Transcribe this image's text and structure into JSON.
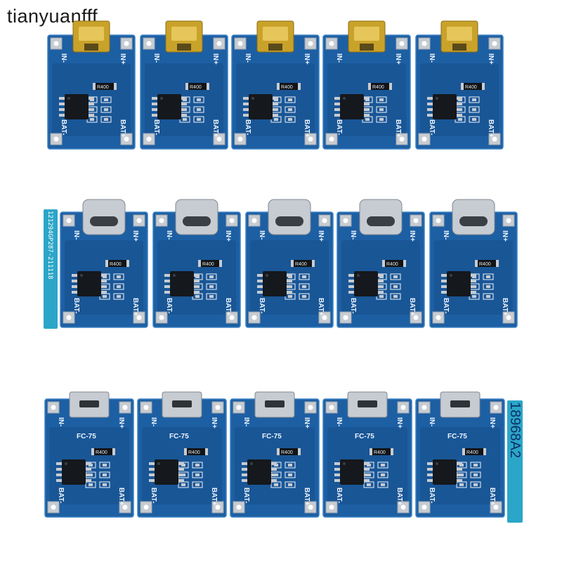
{
  "watermark": "tianyuanfff",
  "rows": [
    {
      "connector": "mini-usb",
      "boards": [
        {
          "labels": {
            "in_minus": "IN-",
            "in_plus": "IN+",
            "bat_minus": "BAT-",
            "bat_plus": "BAT+",
            "resistor": "R400"
          }
        },
        {
          "labels": {
            "in_minus": "IN-",
            "in_plus": "IN+",
            "bat_minus": "BAT-",
            "bat_plus": "BAT+",
            "resistor": "R400"
          }
        },
        {
          "labels": {
            "in_minus": "IN-",
            "in_plus": "IN+",
            "bat_minus": "BAT-",
            "bat_plus": "BAT+",
            "resistor": "R400"
          }
        },
        {
          "labels": {
            "in_minus": "IN-",
            "in_plus": "IN+",
            "bat_minus": "BAT-",
            "bat_plus": "BAT+",
            "resistor": "R400"
          }
        },
        {
          "labels": {
            "in_minus": "IN-",
            "in_plus": "IN+",
            "bat_minus": "BAT-",
            "bat_plus": "BAT+",
            "resistor": "R400"
          }
        }
      ]
    },
    {
      "connector": "usb-c",
      "strip_text": "121294GP287-211118",
      "boards": [
        {
          "labels": {
            "in_minus": "IN-",
            "in_plus": "IN+",
            "bat_minus": "BAT-",
            "bat_plus": "BAT+",
            "resistor": "R400"
          }
        },
        {
          "labels": {
            "in_minus": "IN-",
            "in_plus": "IN+",
            "bat_minus": "BAT-",
            "bat_plus": "BAT+",
            "resistor": "R400"
          }
        },
        {
          "labels": {
            "in_minus": "IN-",
            "in_plus": "IN+",
            "bat_minus": "BAT-",
            "bat_plus": "BAT+",
            "resistor": "R400"
          }
        },
        {
          "labels": {
            "in_minus": "IN-",
            "in_plus": "IN+",
            "bat_minus": "BAT-",
            "bat_plus": "BAT+",
            "resistor": "R400"
          }
        },
        {
          "labels": {
            "in_minus": "IN-",
            "in_plus": "IN+",
            "bat_minus": "BAT-",
            "bat_plus": "BAT+",
            "resistor": "R400"
          }
        }
      ]
    },
    {
      "connector": "micro-usb",
      "strip_text": "18968A2",
      "boards": [
        {
          "labels": {
            "in_minus": "IN-",
            "in_plus": "IN+",
            "bat_minus": "BAT-",
            "bat_plus": "BAT+",
            "resistor": "R400",
            "chip": "FC-75"
          }
        },
        {
          "labels": {
            "in_minus": "IN-",
            "in_plus": "IN+",
            "bat_minus": "BAT-",
            "bat_plus": "BAT+",
            "resistor": "R400",
            "chip": "FC-75"
          }
        },
        {
          "labels": {
            "in_minus": "IN-",
            "in_plus": "IN+",
            "bat_minus": "BAT-",
            "bat_plus": "BAT+",
            "resistor": "R400",
            "chip": "FC-75"
          }
        },
        {
          "labels": {
            "in_minus": "IN-",
            "in_plus": "IN+",
            "bat_minus": "BAT-",
            "bat_plus": "BAT+",
            "resistor": "R400",
            "chip": "FC-75"
          }
        },
        {
          "labels": {
            "in_minus": "IN-",
            "in_plus": "IN+",
            "bat_minus": "BAT-",
            "bat_plus": "BAT+",
            "resistor": "R400",
            "chip": "FC-75"
          }
        }
      ]
    }
  ],
  "colors": {
    "pcb": "#1d5fa3",
    "pcb_dark": "#14477f",
    "pcb_edge": "#3b82c4",
    "silkscreen": "#eef4fb",
    "gold": "#c9a22a",
    "silver": "#c7ccd2",
    "strip": "#2aa3c4"
  }
}
